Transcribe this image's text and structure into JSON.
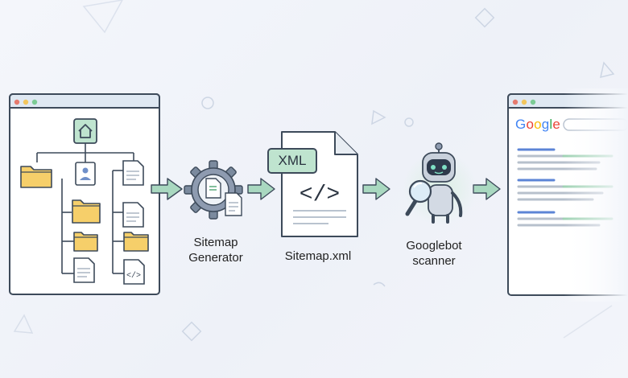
{
  "labels": {
    "generator_line1": "Sitemap",
    "generator_line2": "Generator",
    "sitemap_file": "Sitemap.xml",
    "bot_line1": "Googlebot",
    "bot_line2": "scanner"
  },
  "xml_tag": "XML",
  "code_glyph": "</>",
  "code_glyph_small": "</>",
  "search_brand": [
    "G",
    "o",
    "o",
    "g",
    "l",
    "e"
  ],
  "colors": {
    "accent_green": "#bfe4cf",
    "arrow_green": "#a9d8c0",
    "folder_yellow": "#f6cf6a",
    "window_bar": "#dfe8f2",
    "result_blue": "#5c84d6",
    "result_green": "#9fd2b4",
    "brand_blue": "#4285F4",
    "brand_red": "#EA4335",
    "brand_yellow": "#FBBC05",
    "brand_green": "#34A853"
  },
  "icons": [
    "home-icon",
    "folder-icon",
    "user-icon",
    "file-icon",
    "code-icon",
    "gear-icon",
    "robot-icon",
    "magnifier-icon",
    "arrow-icon"
  ]
}
